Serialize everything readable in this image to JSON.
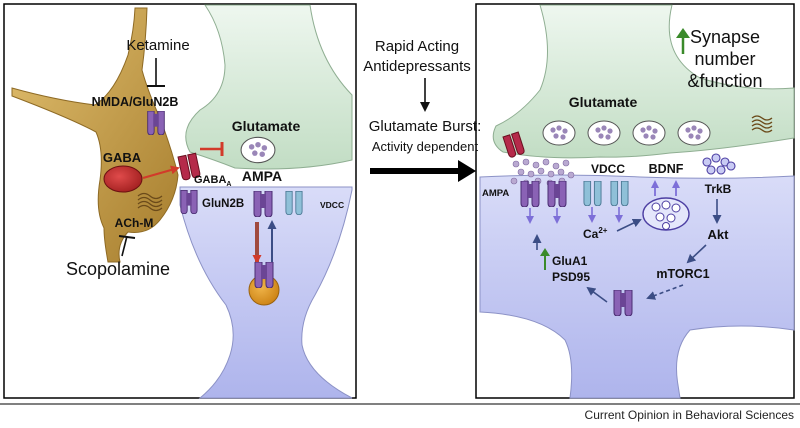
{
  "left": {
    "ketamine": "Ketamine",
    "nmda": "NMDA/GluN2B",
    "gaba": "GABA",
    "gaba_a": "GABA",
    "gaba_a_sub": "A",
    "glutamate": "Glutamate",
    "ampa": "AMPA",
    "glun2b": "GluN2B",
    "vdcc": "VDCC",
    "ach": "ACh-M",
    "scopolamine": "Scopolamine"
  },
  "middle": {
    "line1": "Rapid Acting",
    "line2": "Antidepressants",
    "burst": "Glutamate Burst:",
    "activity": "Activity dependent"
  },
  "right": {
    "synapse1": "Synapse",
    "synapse2": "number",
    "synapse3": "&function",
    "glutamate": "Glutamate",
    "ampa": "AMPA",
    "vdcc": "VDCC",
    "bdnf": "BDNF",
    "trkb": "TrkB",
    "ca": "Ca",
    "ca_sup": "2+",
    "akt": "Akt",
    "mtorc1": "mTORC1",
    "glua1": "GluA1",
    "psd95": "PSD95"
  },
  "credit": "Current Opinion in Behavioral Sciences",
  "colors": {
    "neuron_tan": "#c9a14c",
    "presynaptic_green": "#d6ead8",
    "postsynaptic_blue": "#c8cdf3",
    "receptor_purple": "#8a62b5",
    "gabaa_red": "#b52a4a",
    "vdcc_blue": "#8fc0d8",
    "inhibit_red": "#d23a2a",
    "arrow_navy": "#3b4d85",
    "up_green": "#3a8a2a"
  }
}
